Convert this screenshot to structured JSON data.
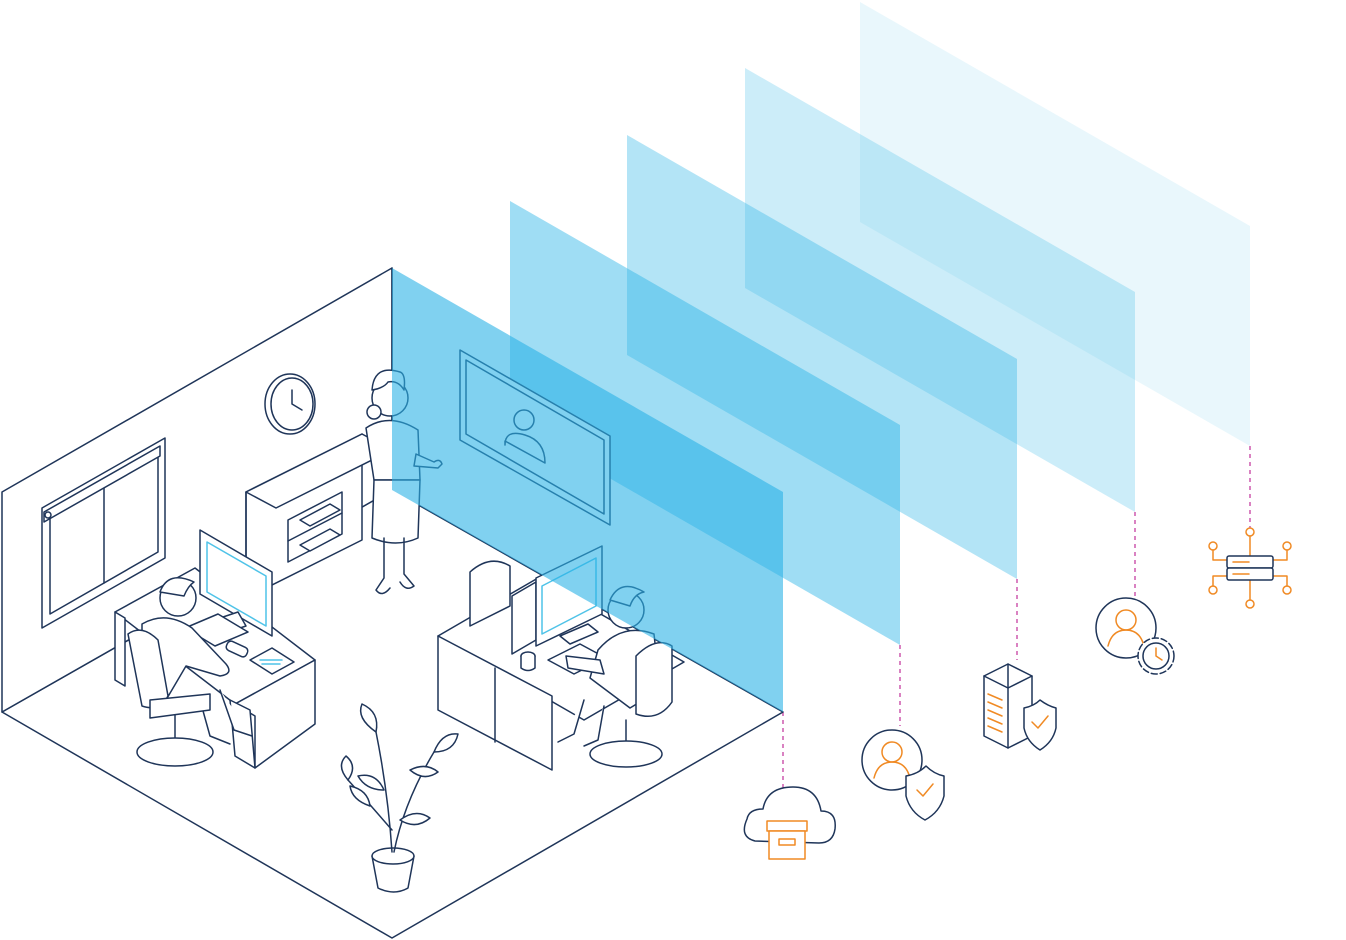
{
  "colors": {
    "line": "#1f3559",
    "accent": "#f08a24",
    "panel": "#2bb3e6",
    "screen": "#4fc3e8",
    "connector": "#c0309a",
    "background": "#ffffff"
  },
  "layers": [
    {
      "name": "cloud-archive-layer",
      "icon": "cloud-archive-icon",
      "opacity": 0.6
    },
    {
      "name": "user-security-layer",
      "icon": "user-shield-icon",
      "opacity": 0.45
    },
    {
      "name": "enterprise-security-layer",
      "icon": "building-shield-icon",
      "opacity": 0.36
    },
    {
      "name": "user-automation-layer",
      "icon": "user-gear-icon",
      "opacity": 0.24
    },
    {
      "name": "server-network-layer",
      "icon": "server-network-icon",
      "opacity": 0.1
    }
  ]
}
